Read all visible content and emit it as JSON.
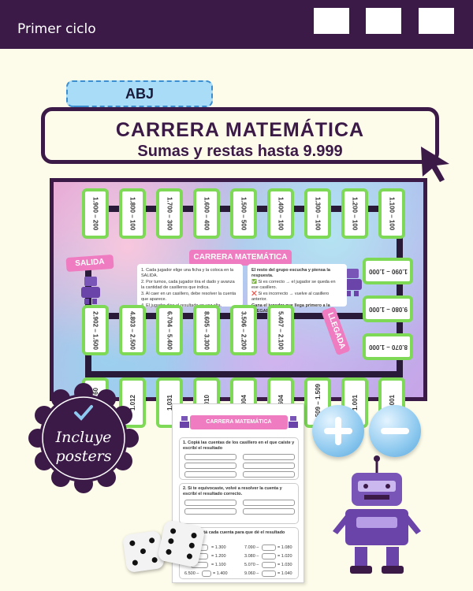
{
  "header": {
    "cycle": "Primer ciclo"
  },
  "tag": "ABJ",
  "title": {
    "main": "CARRERA MATEMÁTICA",
    "sub": "Sumas y restas hasta 9.999"
  },
  "board": {
    "top_row": [
      "1.900 – 200",
      "1.800 – 100",
      "1.700 – 300",
      "1.600 – 400",
      "1.500 – 500",
      "1.400 – 100",
      "1.300 – 100",
      "1.200 – 100",
      "1.100 – 100"
    ],
    "middle_row": [
      "2.902 – 1.500",
      "4.803 – 2.500",
      "6.704 – 5.400",
      "8.605 – 3.300",
      "3.506 – 2.200",
      "5.407 – 2.100"
    ],
    "right_col": [
      "1.090 – 1.000",
      "9.080 – 1.000",
      "8.070 – 1.000"
    ],
    "bottom_row": [
      "1.090 – 60",
      "1.012",
      "1.031",
      "1.010",
      "1.004",
      "1.604",
      "1.509 – 1.509",
      "1.001",
      "1.001"
    ],
    "banner": "CARRERA MATEMÁTICA",
    "start": "SALIDA",
    "finish": "LLEGADA",
    "instructions_left": [
      "1. Cada jugador elige una ficha y la coloca en la SALIDA.",
      "2. Por turnos, cada jugador tira el dado y avanza la cantidad de casilleros que indica.",
      "3. Al caer en un casillero, debe resolver la cuenta que aparece.",
      "4. El jugador dice el resultado en voz alta."
    ],
    "instructions_right": [
      "El resto del grupo escucha y piensa la respuesta.",
      "✅ Si es correcto → el jugador se queda en ese casillero.",
      "❌ Si es incorrecto → vuelve al casillero anterior.",
      "Gana el jugador que llega primero a la LLEGADA."
    ]
  },
  "badge": {
    "line1": "Incluye",
    "line2": "posters"
  },
  "sheet": {
    "banner": "CARRERA MATEMÁTICA",
    "q1": "1. Copiá las cuentas de los casillero en el que caíste y escribí el resultado",
    "q2": "2. Si te equivocaste, volvé a resolver la cuenta y escribí el resultado correcto.",
    "q3": "3. Completá cada cuenta para que dé el resultado indicado:",
    "equations": [
      {
        "left": "",
        "result": "= 1.300"
      },
      {
        "left": "7.090 –",
        "result": "= 1.080"
      },
      {
        "left": "",
        "result": "= 1.200"
      },
      {
        "left": "3.080 –",
        "result": "= 1.020"
      },
      {
        "left": "",
        "result": "= 1.100"
      },
      {
        "left": "5.070 –",
        "result": "= 1.030"
      },
      {
        "left": "6.500 –",
        "result": "= 1.400"
      },
      {
        "left": "9.060 –",
        "result": "= 1.040"
      }
    ]
  }
}
